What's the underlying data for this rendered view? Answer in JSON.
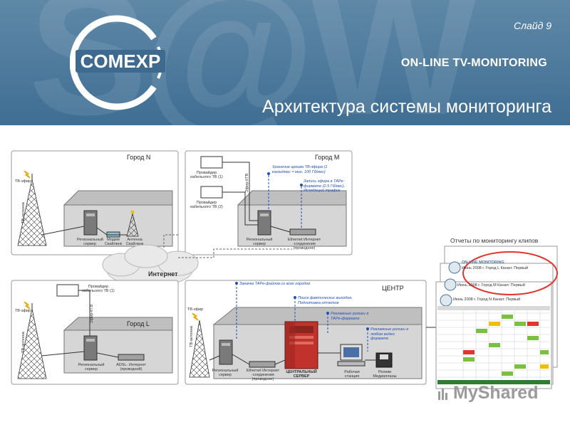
{
  "header": {
    "slide_number": "Слайд 9",
    "subtitle": "ON-LINE TV-MONITORING",
    "title": "Архитектура системы мониторинга",
    "logo_text": "COMEXP"
  },
  "city_n": {
    "title": "Город N",
    "tv_air": "ТВ-эфир",
    "tv_antenna": "ТВ-антенна",
    "server": "Региональный сервер",
    "modem": "Модем Скайлинк",
    "antenna": "Антенна Скайлинк"
  },
  "city_m": {
    "title": "Город M",
    "provider1": "Провайдер кабельного ТВ (1)",
    "provider2": "Провайдер кабельного ТВ (2)",
    "air_ktv": "Эфир-КТВ",
    "note_archive": "Хранение архива ТВ-эфира (1 канал/мес = мин. 100 Гб/мес)",
    "note_record": "Запись эфира в ТАРе-формате (2,5 Гб/мес). Исходящий трафик",
    "server": "Региональный сервер",
    "ethernet": "Ethernet Интернет -соединение (проводное)"
  },
  "internet": {
    "label": "Интернет"
  },
  "city_l": {
    "title": "Город L",
    "tv_air": "ТВ-эфир",
    "tv_antenna": "ТВ-антенна",
    "provider": "Провайдер кабельного ТВ (1)",
    "air_ktv": "Эфир-КТВ",
    "server": "Региональный сервер",
    "adsl": "ADSL- Интернет (проводной)"
  },
  "center": {
    "title": "ЦЕНТР",
    "tv_air": "ТВ-эфир",
    "tv_antenna": "ТВ-антенна",
    "note_upload": "Закачка ТАРе-файлов со всех городов",
    "note_search": "Поиск фактических выходов. Подготовка отчетов",
    "note_ads_tape": "Рекламные ролики в ТАРе-формате",
    "note_ads_video": "Рекламные ролики в любом видео формате",
    "server": "Региональный сервер",
    "ethernet": "Ethernet Интернет -соединение (проводное)",
    "central_server": "ЦЕНТРАЛЬНЫЙ СЕРВЕР",
    "workstation": "Рабочая станция",
    "media": "Ролики Медиапланы"
  },
  "reports": {
    "title": "Отчеты по мониторингу клипов",
    "header_line": "ON-LINE MONITORING",
    "report1": "Июнь 2008 г.  Город L  Канал: Первый",
    "report2": "Июнь 2008 г.  Город M  Канал: Первый",
    "report3": "Июнь 2008 г.  Город N  Канал: Первый"
  },
  "watermark": {
    "text": "MyShared"
  },
  "colors": {
    "header_bg": "#4a7699",
    "note_blue": "#1f4fbf",
    "oval_red": "#e3342f",
    "server_red": "#c0322b",
    "grid_green": "#7bc043"
  }
}
